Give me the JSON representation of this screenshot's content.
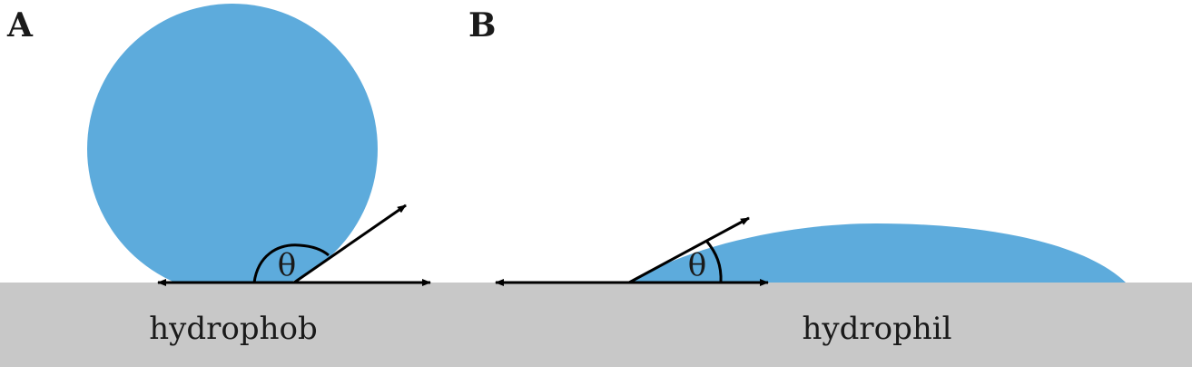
{
  "panels": {
    "a": {
      "label": "A",
      "surface_label": "hydrophob",
      "angle_symbol": "θ"
    },
    "b": {
      "label": "B",
      "surface_label": "hydrophil",
      "angle_symbol": "θ"
    }
  },
  "colors": {
    "droplet": "#5dabdc",
    "surface": "#c8c8c8",
    "lines": "#000000"
  }
}
